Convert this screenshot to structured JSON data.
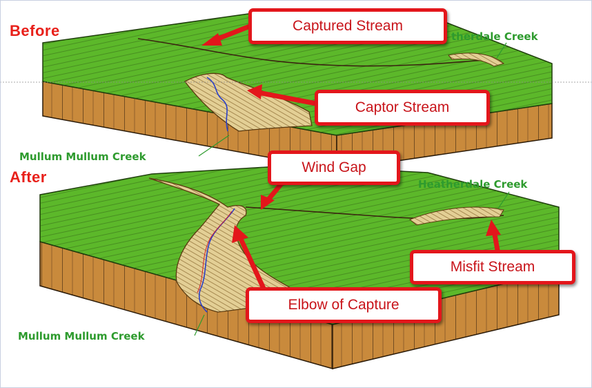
{
  "titles": {
    "before": "Before",
    "after": "After"
  },
  "callouts": {
    "captured_stream": "Captured Stream",
    "captor_stream": "Captor Stream",
    "wind_gap": "Wind Gap",
    "misfit_stream": "Misfit Stream",
    "elbow_of_capture": "Elbow of Capture"
  },
  "creeks": {
    "before_heatherdale": "therdale Creek",
    "before_mullum": "Mullum Mullum Creek",
    "after_heatherdale": "Heatherdale Creek",
    "after_mullum": "Mullum Mullum Creek"
  },
  "colors": {
    "plateau_green": "#5cb82a",
    "cliff_brown": "#c98a3c",
    "valley_tan": "#e3cf95",
    "callout_red": "#e3161b",
    "title_red": "#e8201a",
    "creek_label_green": "#2e9b2e",
    "stream_blue": "#2a3fc8"
  }
}
